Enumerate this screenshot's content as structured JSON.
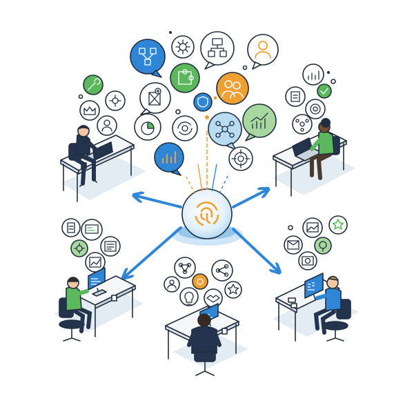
{
  "colors": {
    "blue": "#2f86d6",
    "light_blue": "#b9dcf3",
    "green": "#5cb85c",
    "light_green": "#a8d8a0",
    "orange": "#f0a032",
    "white": "#ffffff",
    "outline": "#1f2d3d",
    "desk": "#f4f6f8",
    "floor": "#e3ecf3",
    "dark_blue": "#24344f"
  },
  "hub": {
    "icon": "fingerprint-icon"
  },
  "workstations": [
    {
      "id": "top-left",
      "person": "worker-in-blue-suit",
      "device": "laptop"
    },
    {
      "id": "top-right",
      "person": "worker-in-green-shirt",
      "device": "laptop"
    },
    {
      "id": "bottom-left",
      "person": "worker-in-green-shirt",
      "device": "monitor"
    },
    {
      "id": "bottom-center",
      "person": "worker-in-dark-jacket",
      "device": "monitor"
    },
    {
      "id": "bottom-right",
      "person": "worker-in-blue-shirt",
      "device": "monitor"
    }
  ],
  "idea_bubbles": [
    "network-nodes-icon",
    "gear-icon",
    "user-icon",
    "flowchart-icon",
    "bar-chart-icon",
    "target-icon",
    "handshake-icon",
    "star-icon",
    "document-icon",
    "lightbulb-icon",
    "checklist-icon",
    "mail-icon",
    "shield-icon",
    "molecule-icon",
    "pie-chart-icon"
  ]
}
